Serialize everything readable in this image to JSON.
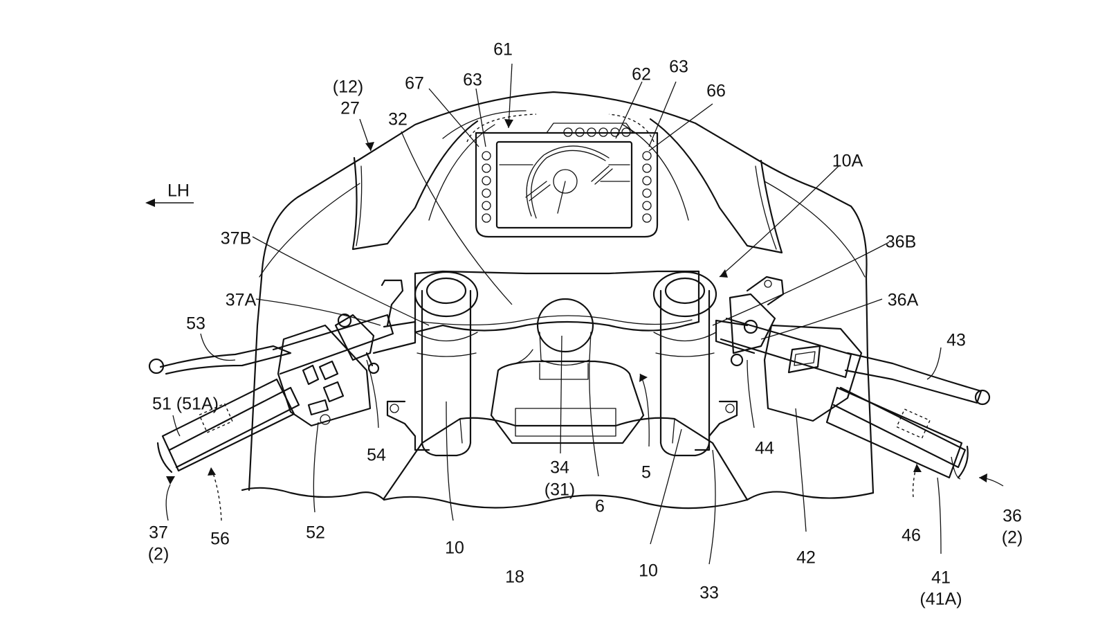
{
  "direction": {
    "label": "LH"
  },
  "labels": {
    "n61": "61",
    "n67": "67",
    "n63a": "63",
    "n62": "62",
    "n63b": "63",
    "n66": "66",
    "n12": "(12)",
    "n27": "27",
    "n32": "32",
    "n10A": "10A",
    "n37B": "37B",
    "n36B": "36B",
    "n37A": "37A",
    "n36A": "36A",
    "n53": "53",
    "n43": "43",
    "n51": "51 (51A)",
    "n54": "54",
    "n44": "44",
    "n52": "52",
    "n42": "42",
    "n34": "34",
    "n31": "(31)",
    "n5": "5",
    "n6": "6",
    "n10a": "10",
    "n10b": "10",
    "n18": "18",
    "n33": "33",
    "n37": "37",
    "n37p": "(2)",
    "n56": "56",
    "n36": "36",
    "n36p": "(2)",
    "n46": "46",
    "n41": "41",
    "n41A": "(41A)"
  },
  "icons": [
    "direction-arrow-icon",
    "leader-arrowhead-icon"
  ]
}
